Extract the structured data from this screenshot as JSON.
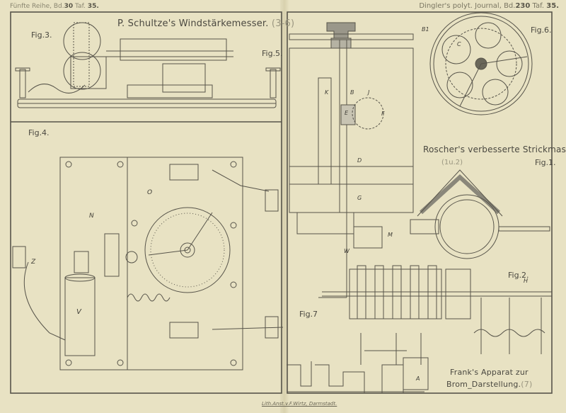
{
  "header": {
    "left_prefix": "Fünfte Reihe, Bd.",
    "left_volume": "30",
    "left_plate_prefix": "Taf.",
    "left_plate": "35.",
    "right_prefix": "Dingler's polyt. Journal, Bd.",
    "right_volume": "230",
    "right_plate_prefix": "Taf.",
    "right_plate": "35."
  },
  "titles": {
    "schultze": "P. Schultze's Windstärkemesser.",
    "schultze_ref": "(3-6)",
    "roscher": "Roscher's verbesserte Strickmaschine.",
    "roscher_ref": "(1u.2)",
    "frank_1": "Frank's Apparat zur",
    "frank_2": "Brom_Darstellung.",
    "frank_ref": "(7)"
  },
  "figures": {
    "fig3": "Fig.3.",
    "fig4": "Fig.4.",
    "fig5": "Fig.5.",
    "fig6": "Fig.6.",
    "fig1": "Fig.1.",
    "fig2": "Fig.2.",
    "fig7": "Fig.7"
  },
  "labels": {
    "N": "N",
    "O": "O",
    "V": "V",
    "Z": "Z",
    "B1": "B1",
    "K": "K",
    "B": "B",
    "E": "E",
    "F": "F",
    "J": "J",
    "D": "D",
    "G": "G",
    "M": "M",
    "W": "W",
    "A": "A",
    "C": "C",
    "H": "H"
  },
  "footer": {
    "lithographer": "Lith.Anst.v.F.Wirtz, Darmstadt."
  },
  "colors": {
    "paper": "#e8e2c3",
    "ink": "#4a4840"
  }
}
